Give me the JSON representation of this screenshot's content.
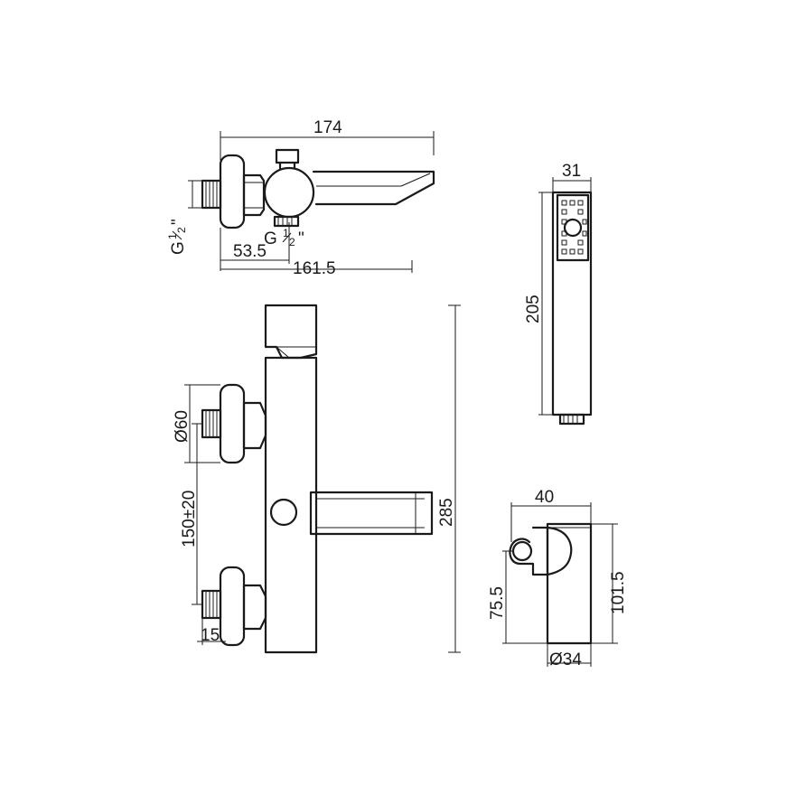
{
  "dimensions": {
    "top_width": "174",
    "top_inlet_g": "G",
    "top_inlet_half": "1",
    "top_inlet_half_den": "2",
    "top_inlet_inch": "\"",
    "top_outlet_g": "G",
    "top_outlet_half": "1",
    "top_outlet_half_den": "2",
    "top_outlet_inch": "\"",
    "top_offset": "53.5",
    "top_depth": "161.5",
    "front_height": "285",
    "front_inlet_diameter": "Ø60",
    "front_center_distance": "150±20",
    "front_thread": "15",
    "shower_width": "31",
    "shower_length": "205",
    "holder_width": "40",
    "holder_height": "101.5",
    "holder_offset": "75.5",
    "holder_diameter": "Ø34"
  },
  "colors": {
    "line": "#1a1a1a",
    "background": "#ffffff"
  }
}
